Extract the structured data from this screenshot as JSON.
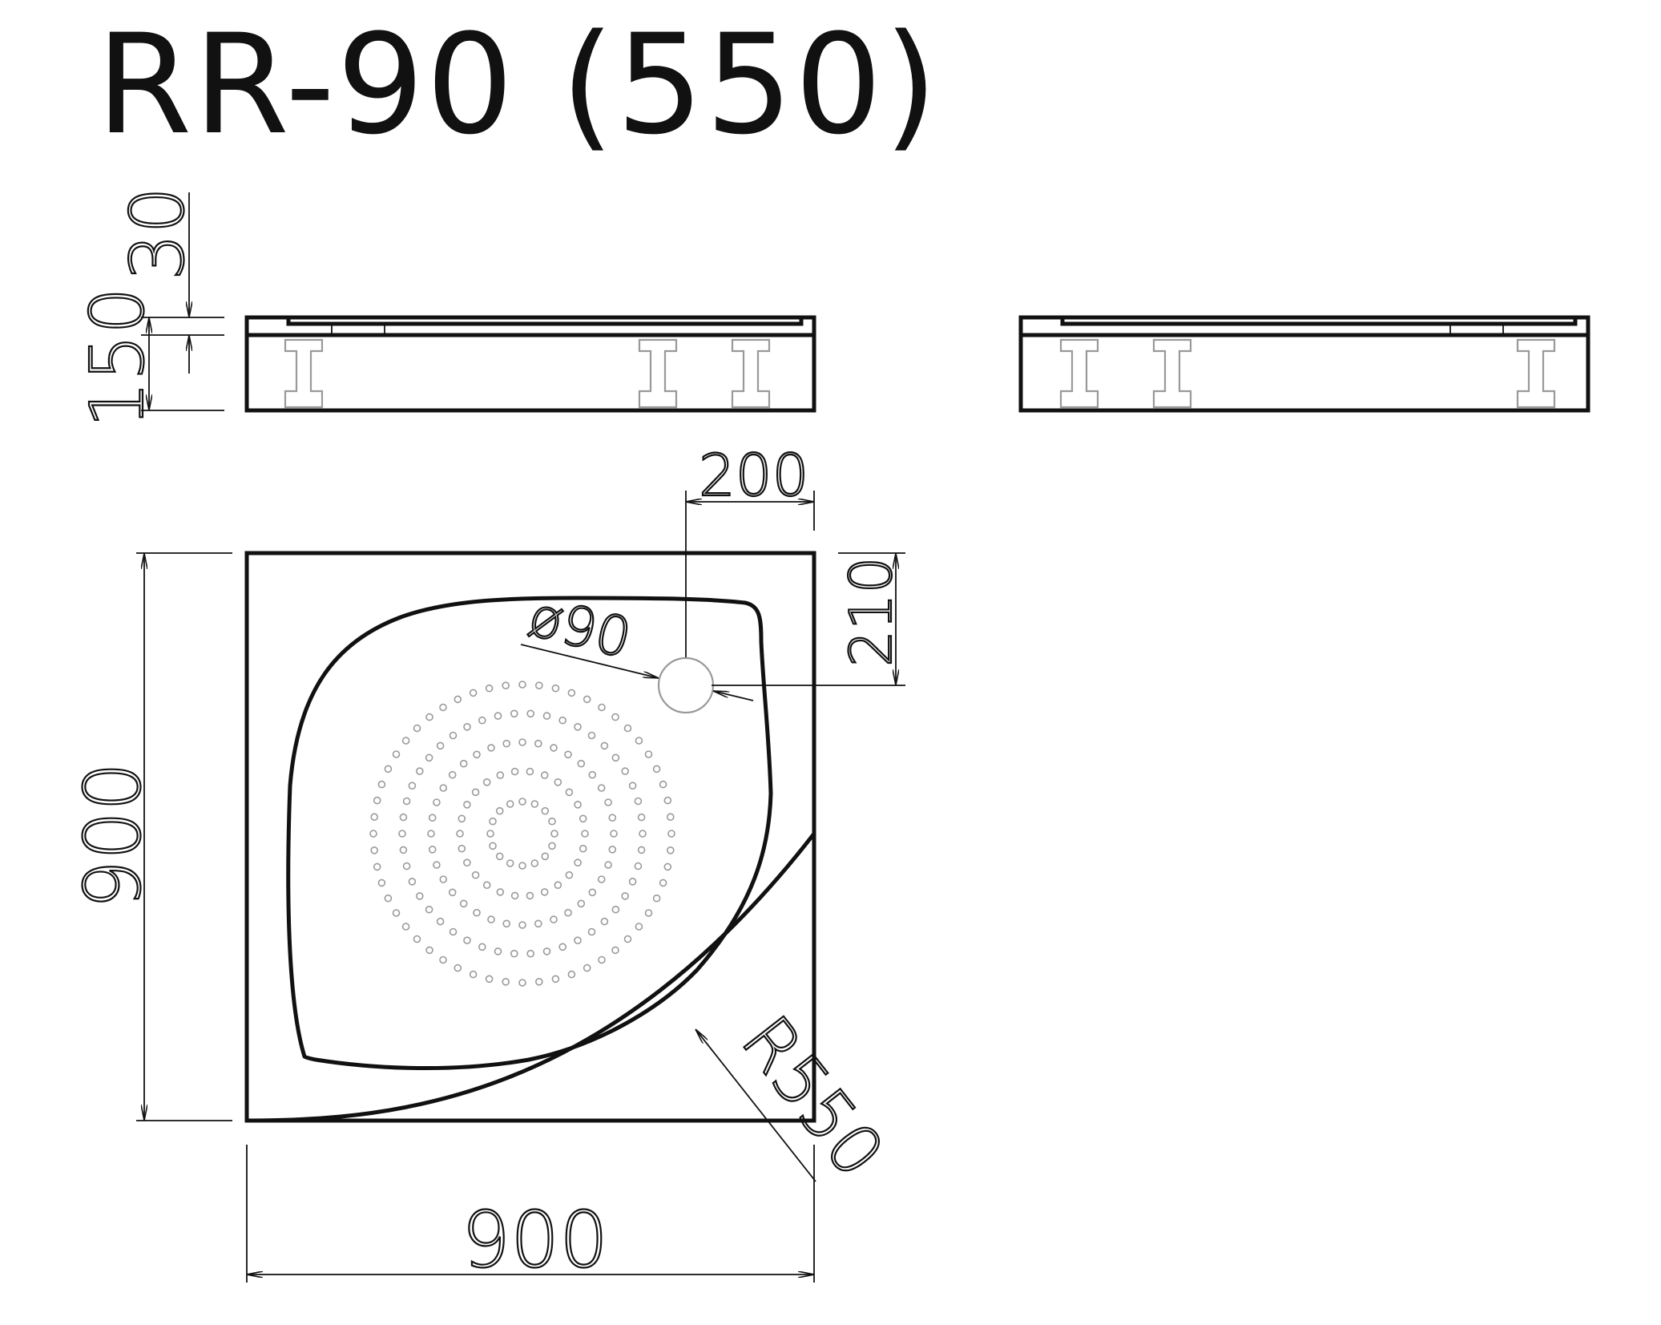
{
  "title": "RR-90 (550)",
  "dimensions": {
    "rim_height": "30",
    "total_height": "150",
    "width": "900",
    "depth": "900",
    "drain_offset_x": "200",
    "drain_offset_y": "210",
    "drain_diameter": "ø90",
    "radius": "R550"
  },
  "colors": {
    "line": "#111111",
    "detail": "#999999",
    "background": "#ffffff"
  }
}
